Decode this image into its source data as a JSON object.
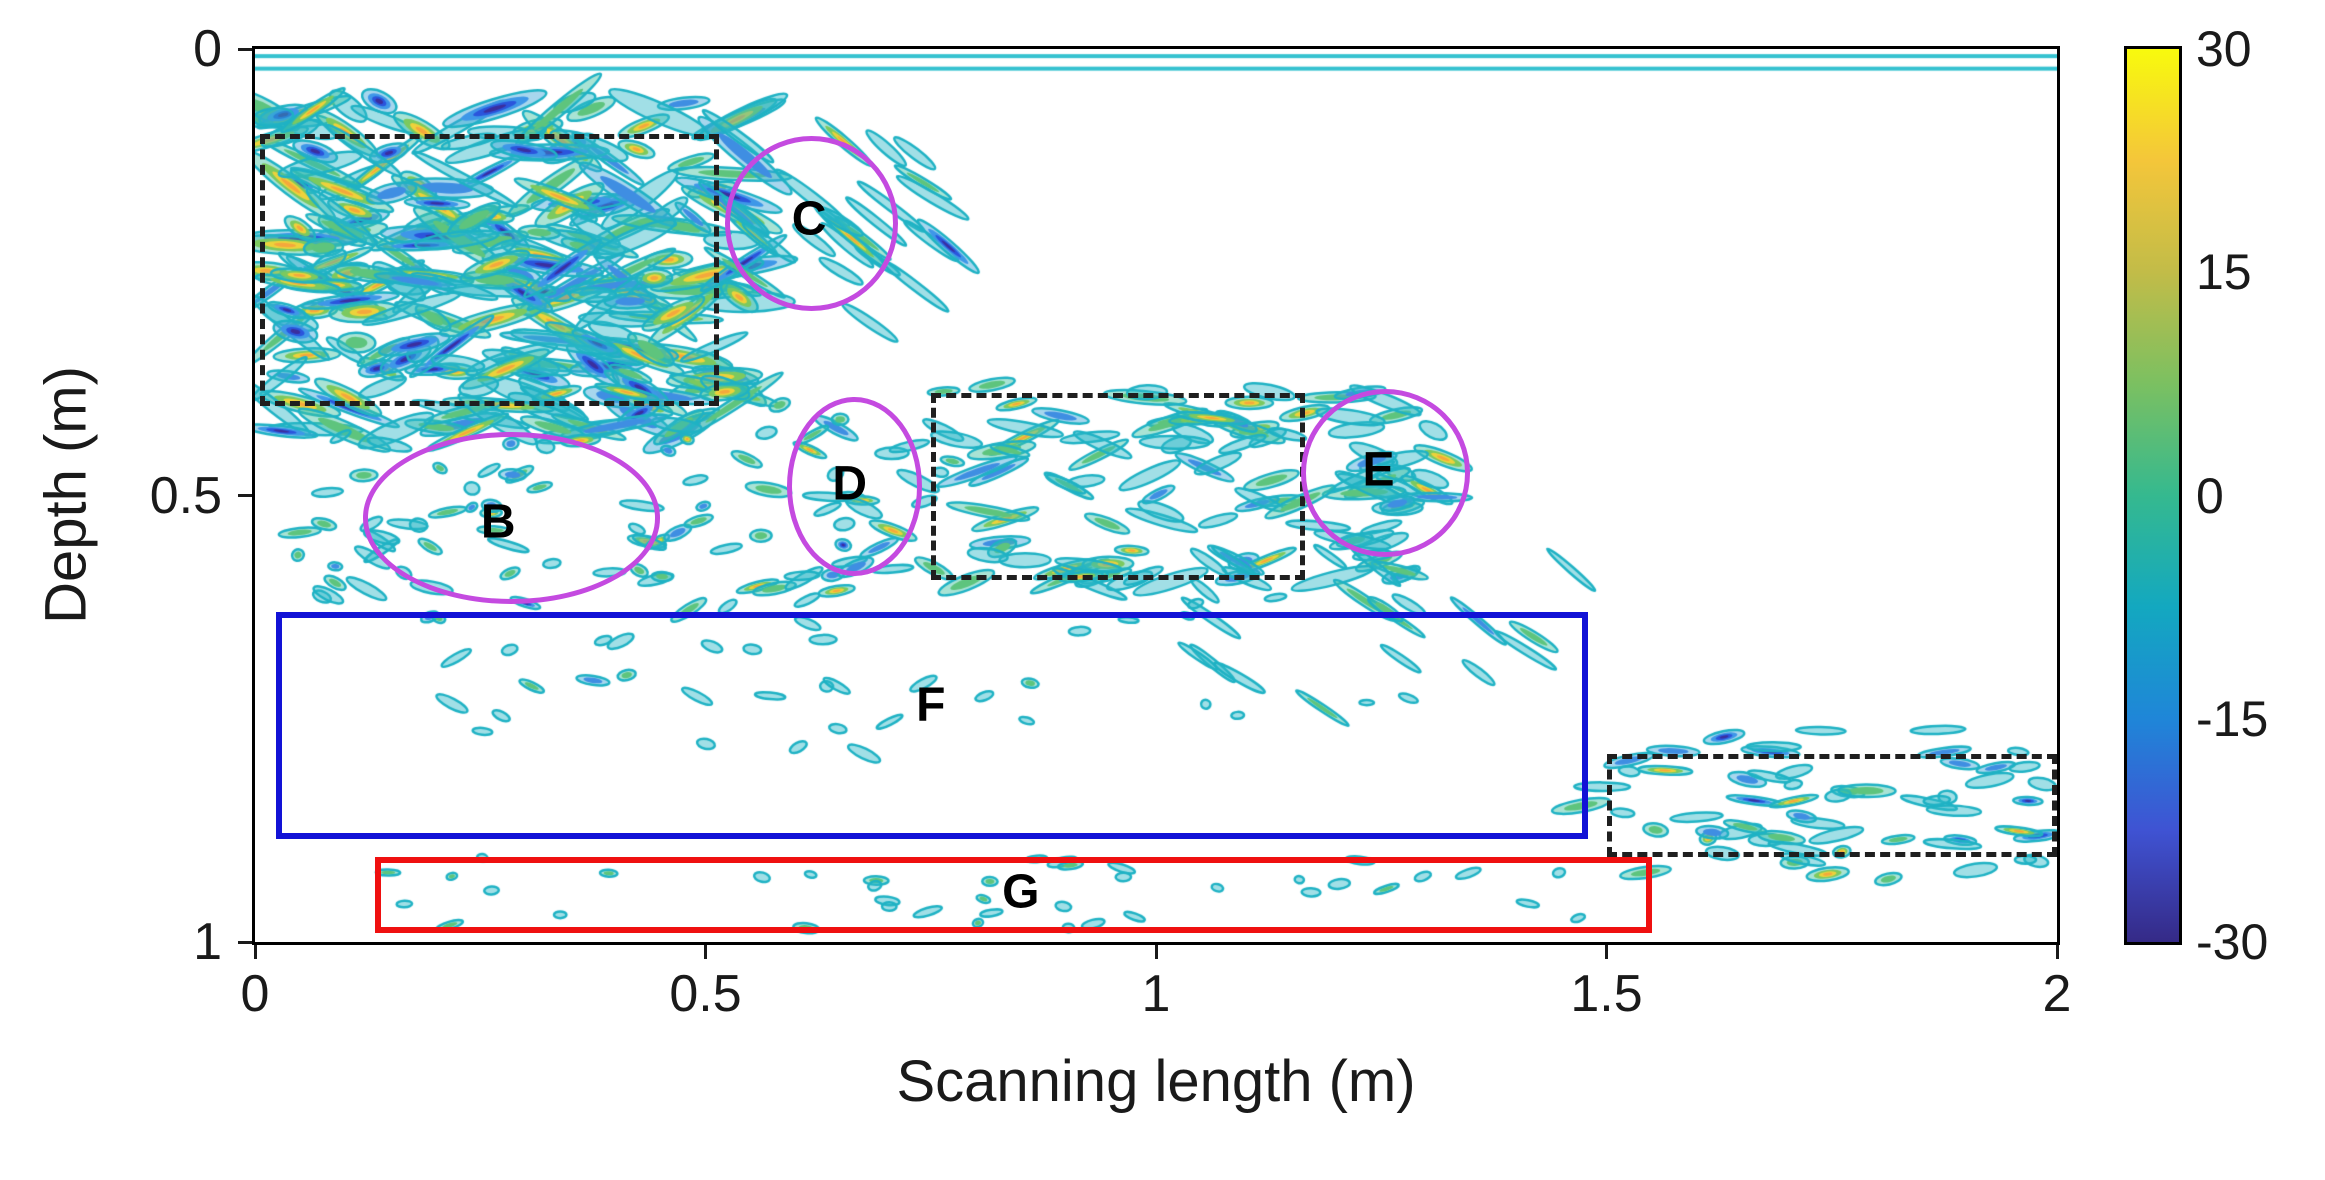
{
  "chart_data": {
    "type": "heatmap",
    "title": "",
    "xlabel": "Scanning length (m)",
    "ylabel": "Depth (m)",
    "xlim": [
      0,
      2
    ],
    "depth_lim": [
      0,
      1
    ],
    "grid": false,
    "x_ticks": {
      "values": [
        0,
        0.5,
        1,
        1.5,
        2
      ],
      "labels": [
        "0",
        "0.5",
        "1",
        "1.5",
        "2"
      ]
    },
    "y_ticks": {
      "values": [
        0,
        0.5,
        1
      ],
      "labels": [
        "0",
        "0.5",
        "1"
      ]
    },
    "colorbar": {
      "min": -30,
      "max": 30,
      "tick_labels": [
        "30",
        "15",
        "0",
        "-15",
        "-30"
      ],
      "tick_fractions": [
        0,
        0.25,
        0.5,
        0.75,
        1
      ],
      "colormap": "parula",
      "gradient_bottom_to_top": [
        "#352a87",
        "#3f53d3",
        "#1f86d8",
        "#13a8c0",
        "#35b98f",
        "#7bc061",
        "#c2bc48",
        "#f4c63a",
        "#f8fa0d"
      ]
    },
    "colors": {
      "surface_line": "#35c2d0",
      "dashed_box": "#1f1f1f",
      "blue_box": "#1212d6",
      "red_box": "#ef1010",
      "magenta_ellipse": "#c44ae0"
    },
    "surface_lines_depth": [
      0.008,
      0.022
    ],
    "annotations": [
      {
        "id": "dashed-box-topleft",
        "kind": "rect",
        "line": "dashed",
        "color": "#1f1f1f",
        "x": [
          0.005,
          0.515
        ],
        "depth": [
          0.095,
          0.4
        ]
      },
      {
        "id": "dashed-box-middle",
        "kind": "rect",
        "line": "dashed",
        "color": "#1f1f1f",
        "x": [
          0.75,
          1.165
        ],
        "depth": [
          0.385,
          0.595
        ]
      },
      {
        "id": "dashed-box-right",
        "kind": "rect",
        "line": "dashed",
        "color": "#1f1f1f",
        "x": [
          1.5,
          2.0
        ],
        "depth": [
          0.79,
          0.905
        ]
      },
      {
        "id": "region-b",
        "kind": "ellipse",
        "line": "solid",
        "color": "#c44ae0",
        "center": [
          0.285,
          0.525
        ],
        "rx": 0.165,
        "ry": 0.096,
        "label": "B",
        "label_pos": [
          0.27,
          0.53
        ]
      },
      {
        "id": "region-c",
        "kind": "ellipse",
        "line": "solid",
        "color": "#c44ae0",
        "center": [
          0.618,
          0.195
        ],
        "rx": 0.096,
        "ry": 0.098,
        "label": "C",
        "label_pos": [
          0.615,
          0.19
        ]
      },
      {
        "id": "region-d",
        "kind": "ellipse",
        "line": "solid",
        "color": "#c44ae0",
        "center": [
          0.665,
          0.49
        ],
        "rx": 0.075,
        "ry": 0.1,
        "label": "D",
        "label_pos": [
          0.66,
          0.487
        ]
      },
      {
        "id": "region-e",
        "kind": "ellipse",
        "line": "solid",
        "color": "#c44ae0",
        "center": [
          1.255,
          0.475
        ],
        "rx": 0.094,
        "ry": 0.094,
        "label": "E",
        "label_pos": [
          1.247,
          0.472
        ]
      },
      {
        "id": "region-f",
        "kind": "rect",
        "line": "solid",
        "color": "#1212d6",
        "x": [
          0.023,
          1.48
        ],
        "depth": [
          0.63,
          0.885
        ],
        "label": "F",
        "label_pos": [
          0.75,
          0.735
        ]
      },
      {
        "id": "region-g",
        "kind": "rect",
        "line": "solid",
        "color": "#ef1010",
        "x": [
          0.133,
          1.55
        ],
        "depth": [
          0.905,
          0.99
        ],
        "label": "G",
        "label_pos": [
          0.85,
          0.944
        ]
      }
    ],
    "clusters": [
      {
        "name": "main-reflection-field",
        "x": [
          0.01,
          0.55
        ],
        "depth": [
          0.055,
          0.43
        ],
        "count": 260,
        "len": [
          35,
          120
        ],
        "wid": [
          9,
          20
        ],
        "angle": [
          -40,
          40
        ],
        "intensity": "high",
        "neg": 0.38,
        "seed": 7
      },
      {
        "name": "c-diagonal-streaks",
        "x": [
          0.53,
          0.77
        ],
        "depth": [
          0.08,
          0.31
        ],
        "count": 26,
        "len": [
          45,
          95
        ],
        "wid": [
          7,
          12
        ],
        "angle": [
          30,
          42
        ],
        "intensity": "med",
        "neg": 0.15,
        "seed": 11
      },
      {
        "name": "below-main-scatter",
        "x": [
          0.02,
          0.58
        ],
        "depth": [
          0.43,
          0.63
        ],
        "count": 60,
        "len": [
          12,
          45
        ],
        "wid": [
          7,
          13
        ],
        "angle": [
          -35,
          35
        ],
        "intensity": "med",
        "neg": 0.3,
        "seed": 21
      },
      {
        "name": "d-cluster",
        "x": [
          0.56,
          0.78
        ],
        "depth": [
          0.39,
          0.62
        ],
        "count": 35,
        "len": [
          14,
          50
        ],
        "wid": [
          7,
          13
        ],
        "angle": [
          -30,
          30
        ],
        "intensity": "med",
        "neg": 0.3,
        "seed": 31
      },
      {
        "name": "mid-reflection-band",
        "x": [
          0.75,
          1.32
        ],
        "depth": [
          0.375,
          0.6
        ],
        "count": 110,
        "len": [
          28,
          85
        ],
        "wid": [
          8,
          15
        ],
        "angle": [
          -28,
          28
        ],
        "intensity": "med",
        "neg": 0.35,
        "seed": 41
      },
      {
        "name": "e-tail-streaks",
        "x": [
          1.02,
          1.47
        ],
        "depth": [
          0.56,
          0.74
        ],
        "count": 20,
        "len": [
          35,
          75
        ],
        "wid": [
          6,
          10
        ],
        "angle": [
          30,
          42
        ],
        "intensity": "low",
        "neg": 0.2,
        "seed": 51
      },
      {
        "name": "right-deep-band",
        "x": [
          1.47,
          1.99
        ],
        "depth": [
          0.76,
          0.93
        ],
        "count": 60,
        "len": [
          16,
          60
        ],
        "wid": [
          7,
          13
        ],
        "angle": [
          -14,
          14
        ],
        "intensity": "med",
        "neg": 0.5,
        "seed": 61
      },
      {
        "name": "f-region-scatter",
        "x": [
          0.15,
          0.78
        ],
        "depth": [
          0.635,
          0.8
        ],
        "count": 26,
        "len": [
          10,
          38
        ],
        "wid": [
          6,
          11
        ],
        "angle": [
          -30,
          30
        ],
        "intensity": "low",
        "neg": 0.25,
        "seed": 71
      },
      {
        "name": "g-row-dots",
        "x": [
          0.14,
          1.52
        ],
        "depth": [
          0.9,
          0.985
        ],
        "count": 40,
        "len": [
          9,
          30
        ],
        "wid": [
          6,
          10
        ],
        "angle": [
          -20,
          20
        ],
        "intensity": "low",
        "neg": 0.25,
        "seed": 81
      },
      {
        "name": "mid-below-dots",
        "x": [
          0.8,
          1.3
        ],
        "depth": [
          0.61,
          0.76
        ],
        "count": 12,
        "len": [
          8,
          22
        ],
        "wid": [
          5,
          9
        ],
        "angle": [
          -20,
          20
        ],
        "intensity": "low",
        "neg": 0.3,
        "seed": 91
      }
    ]
  }
}
